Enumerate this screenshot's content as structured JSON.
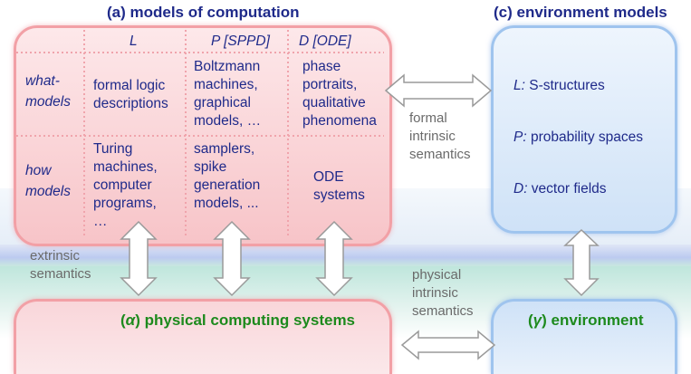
{
  "titles": {
    "models": "(a) models of computation",
    "environment_models": "(c) environment models",
    "physical_prefix": "(",
    "physical_greek": "α",
    "physical_suffix": ") physical computing systems",
    "environment_prefix": "(",
    "environment_greek": "γ",
    "environment_suffix": ") environment"
  },
  "columns": [
    "L",
    "P [SPPD]",
    "D [ODE]"
  ],
  "rows": [
    {
      "label_lines": [
        "what-",
        "models"
      ]
    },
    {
      "label_lines": [
        "how",
        "models"
      ]
    }
  ],
  "cells": {
    "what_L": [
      "formal logic",
      "descriptions"
    ],
    "what_P": [
      "Boltzmann",
      "machines,",
      "graphical",
      "models, …"
    ],
    "what_D": [
      "phase",
      "portraits,",
      "qualitative",
      "phenomena"
    ],
    "how_L": [
      "Turing",
      "machines,",
      "computer",
      "programs,",
      "…"
    ],
    "how_P": [
      "samplers,",
      "spike",
      "generation",
      "models, ..."
    ],
    "how_D": [
      "ODE",
      "systems"
    ]
  },
  "environment_items": [
    {
      "prefix": "L:",
      "text": " S-structures"
    },
    {
      "prefix": "P:",
      "text": " probability spaces"
    },
    {
      "prefix": "D:",
      "text": " vector fields"
    }
  ],
  "labels": {
    "formal_intrinsic": [
      "formal",
      "intrinsic",
      "semantics"
    ],
    "extrinsic": [
      "extrinsic",
      "semantics"
    ],
    "physical_intrinsic": [
      "physical",
      "intrinsic",
      "semantics"
    ]
  },
  "colors": {
    "title_blue": "#1f2a8a",
    "title_green": "#1d8a1d",
    "pink_border": "#f2a0a6",
    "blue_border": "#9fc4ee",
    "arrow_fill": "#ffffff",
    "arrow_stroke": "#9a9a9a"
  }
}
